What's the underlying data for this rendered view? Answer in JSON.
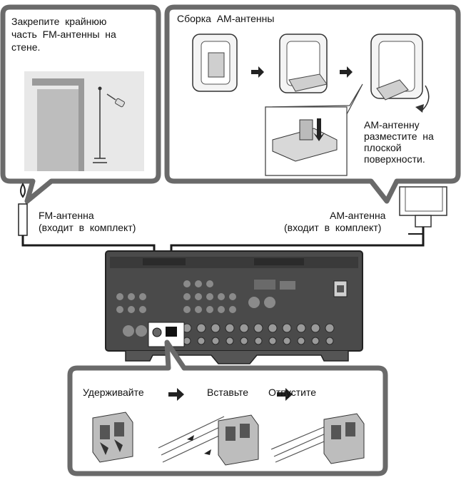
{
  "fm_callout": {
    "instruction_lines": [
      "Закрепите  крайнюю",
      "часть  FM-антенны  на",
      "стене."
    ]
  },
  "am_callout": {
    "title": "Сборка  АМ-антенны",
    "note_lines": [
      "АМ-антенну",
      "разместите  на",
      "плоской",
      "поверхности."
    ]
  },
  "labels": {
    "fm_antenna_line1": "FM-антенна",
    "fm_antenna_line2": "(входит  в  комплект)",
    "am_antenna_line1": "АМ-антенна",
    "am_antenna_line2": "(входит  в  комплект)"
  },
  "steps": {
    "hold": "Удерживайте",
    "insert": "Вставьте",
    "release": "Отпустите"
  },
  "colors": {
    "bubble_border": "#555555",
    "receiver_body": "#4a4a4a",
    "cable": "#1a1a1a"
  }
}
